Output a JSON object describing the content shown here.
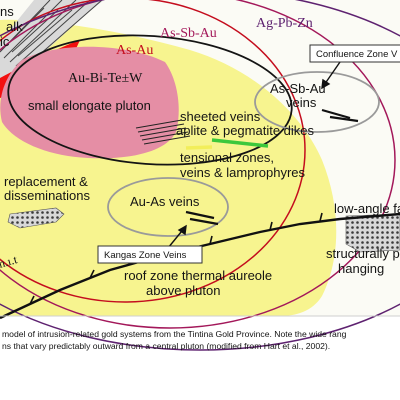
{
  "zones": {
    "ag_pb_zn": "Ag-Pb-Zn",
    "as_sb_au": "As-Sb-Au",
    "as_au": "As-Au",
    "pluton_minerals": "Au-Bi-Te±W",
    "pluton_label": "small elongate pluton"
  },
  "top_left": {
    "line1": "ns",
    "line2": "alk",
    "line3": "ic"
  },
  "labels": {
    "sheeted_veins": "sheeted veins",
    "aplite": "aplite & pegmatite dikes",
    "tensional_1": "tensional zones,",
    "tensional_2": "veins & lamprophyres",
    "replacement_1": "replacement &",
    "replacement_2": "disseminations",
    "au_as_veins": "Au-As veins",
    "as_sb_au_veins_1": "As-Sb-Au",
    "as_sb_au_veins_2": "veins",
    "low_angle": "low-angle fa",
    "structurally_1": "structurally p",
    "structurally_2": "hanging",
    "roof_zone_1": "roof zone thermal aureole",
    "roof_zone_2": "above pluton",
    "left_edge": "n.ı.t"
  },
  "callouts": {
    "confluence": "Confluence Zone V",
    "kangas": "Kangas Zone Veins"
  },
  "caption": {
    "line1": "model of intrusion-related gold systems from the Tintina Gold Province.  Note the wide rang",
    "line2": "ns that vary predictably outward from a central pluton (modified from Hart et al., 2002)."
  },
  "colors": {
    "aureole": "#f7f48f",
    "pluton": "#e58ea5",
    "red_body": "#f21010",
    "inner_ring": "#c40d1e",
    "middle_ring": "#a3185a",
    "outer_ring": "#5e2270",
    "callout_ring": "#9a9a9a",
    "vein_green": "#3cc83c",
    "text_dark": "#141414"
  }
}
